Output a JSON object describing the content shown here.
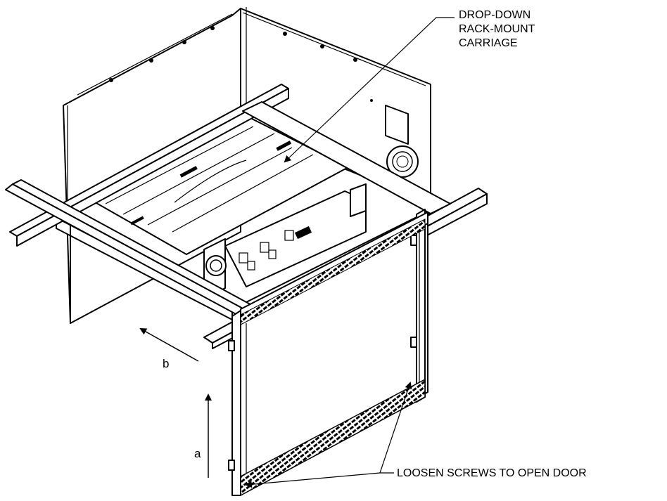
{
  "labels": {
    "carriage_line1": "DROP-DOWN",
    "carriage_line2": "RACK-MOUNT",
    "carriage_line3": "CARRIAGE",
    "screws": "LOOSEN SCREWS TO OPEN DOOR",
    "arrow_a": "a",
    "arrow_b": "b"
  }
}
